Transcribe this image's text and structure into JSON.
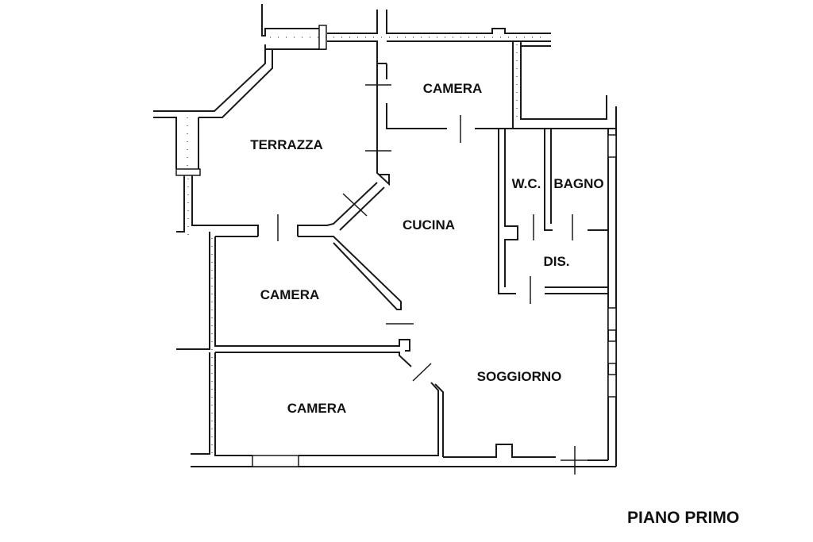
{
  "rooms": [
    {
      "id": "camera-top",
      "label": "CAMERA"
    },
    {
      "id": "terrazza",
      "label": "TERRAZZA"
    },
    {
      "id": "cucina",
      "label": "CUCINA"
    },
    {
      "id": "wc",
      "label": "W.C."
    },
    {
      "id": "bagno",
      "label": "BAGNO"
    },
    {
      "id": "dis",
      "label": "DIS."
    },
    {
      "id": "camera-middle",
      "label": "CAMERA"
    },
    {
      "id": "soggiorno",
      "label": "SOGGIORNO"
    },
    {
      "id": "camera-bottom",
      "label": "CAMERA"
    }
  ],
  "plan_title": "PIANO PRIMO"
}
